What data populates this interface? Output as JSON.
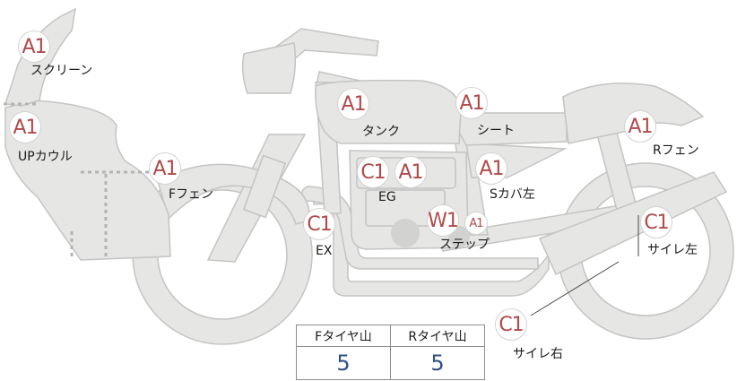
{
  "parts": [
    {
      "id": "screen",
      "code": "A1",
      "label": "スクリーン"
    },
    {
      "id": "upper-cowl",
      "code": "A1",
      "label": "UPカウル"
    },
    {
      "id": "front-fender",
      "code": "A1",
      "label": "Fフェン"
    },
    {
      "id": "tank",
      "code": "A1",
      "label": "タンク"
    },
    {
      "id": "seat",
      "code": "A1",
      "label": "シート"
    },
    {
      "id": "rear-fender",
      "code": "A1",
      "label": "Rフェン"
    },
    {
      "id": "engine",
      "codes": [
        "C1",
        "A1"
      ],
      "label": "EG"
    },
    {
      "id": "side-cover",
      "code": "A1",
      "label": "Sカバ左"
    },
    {
      "id": "exhaust",
      "code": "C1",
      "label": "EX"
    },
    {
      "id": "step",
      "codes": [
        "W1",
        "A1"
      ],
      "label": "ステップ"
    },
    {
      "id": "muffler-left",
      "code": "C1",
      "label": "サイレ左"
    },
    {
      "id": "muffler-right",
      "code": "C1",
      "label": "サイレ右"
    }
  ],
  "tread_table": {
    "headers": [
      "Fタイヤ山",
      "Rタイヤ山"
    ],
    "values": [
      "5",
      "5"
    ]
  },
  "colors": {
    "bike_fill": "#e6e6e4",
    "bike_stroke": "#c4c4c4",
    "code_text": "#b14a4a",
    "value_text": "#2f4f89"
  }
}
